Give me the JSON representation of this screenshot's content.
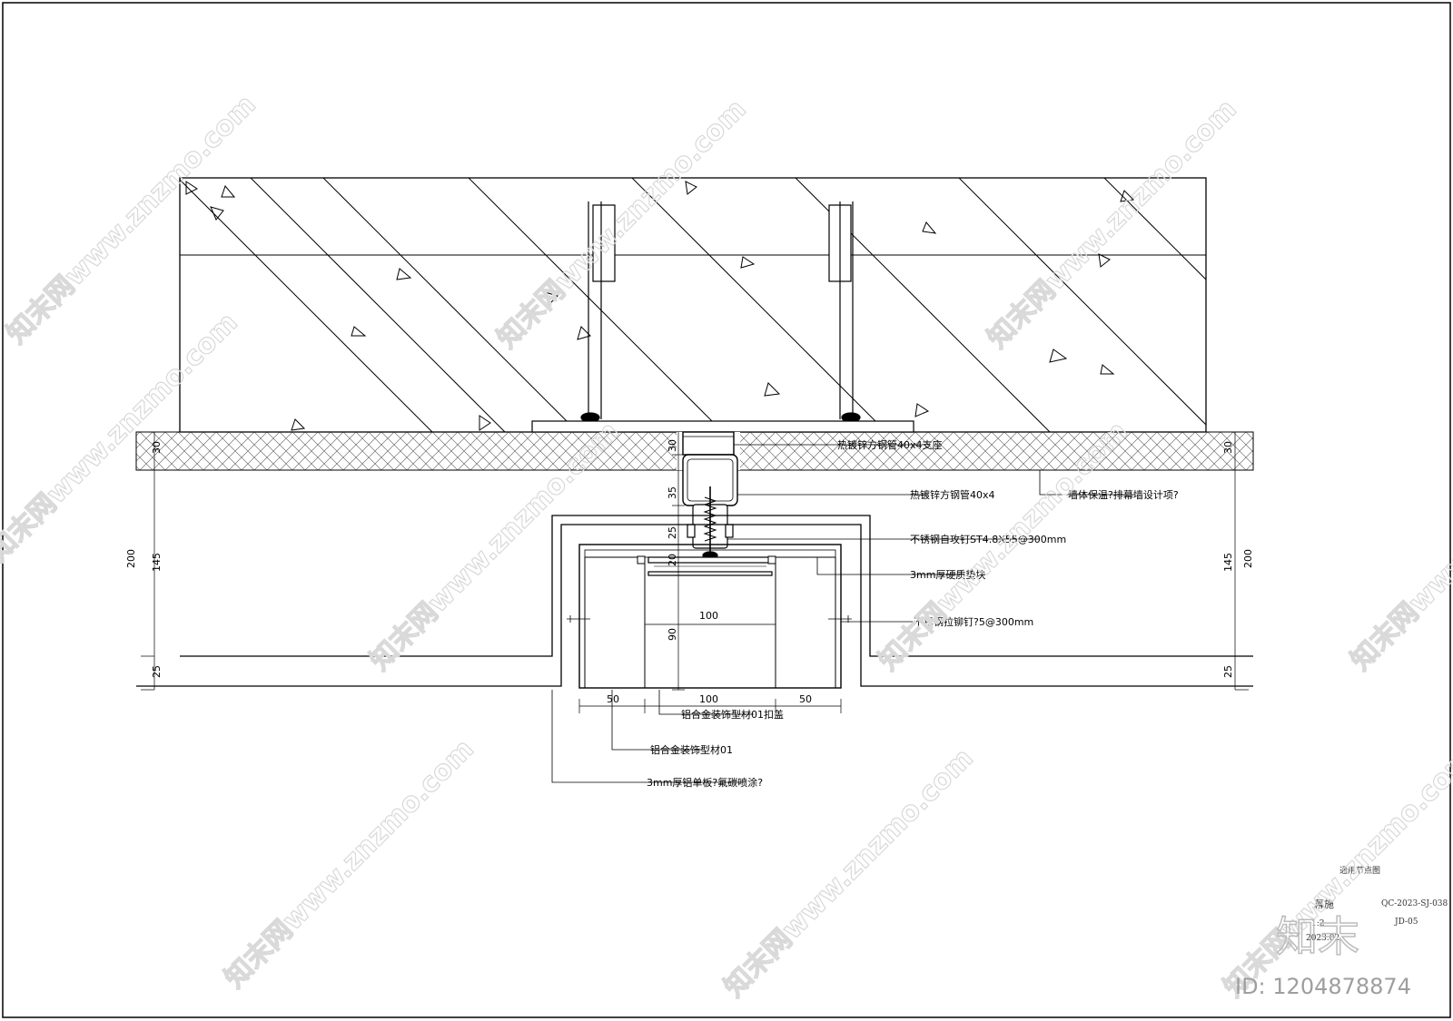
{
  "drawing": {
    "labels": {
      "steel_pipe_support": "热镀锌方钢管40x4支座",
      "steel_pipe": "热镀锌方钢管40x4",
      "insulation": "墙体保温?排幕墙设计项?",
      "self_tapping_screw": "不锈钢自攻钉ST4.8X55@300mm",
      "pad": "3mm厚硬质垫块",
      "rivet": "不锈钢拉铆钉?5@300mm",
      "profile_cover": "铝合金装饰型材01扣盖",
      "profile": "铝合金装饰型材01",
      "aluminum_panel": "3mm厚铝单板?氟碳喷涂?"
    },
    "dimensions": {
      "left_30": "30",
      "left_200": "200",
      "left_145": "145",
      "left_25": "25",
      "right_30": "30",
      "right_200": "200",
      "right_145": "145",
      "right_25": "25",
      "mid_30": "30",
      "mid_35": "35",
      "mid_25": "25",
      "mid_20": "20",
      "mid_90": "90",
      "inner_100": "100",
      "bottom_50_left": "50",
      "bottom_100": "100",
      "bottom_50_right": "50"
    }
  },
  "title_block": {
    "drawing_name": "通用节点图",
    "category": "幕施",
    "drawing_code": "QC-2023-SJ-038",
    "scale": "1:2",
    "sheet_no": "JD-05",
    "date": "2023.02"
  },
  "watermark": {
    "site": "知末网www.znzmo.com",
    "brand": "知末",
    "id": "ID: 1204878874"
  }
}
